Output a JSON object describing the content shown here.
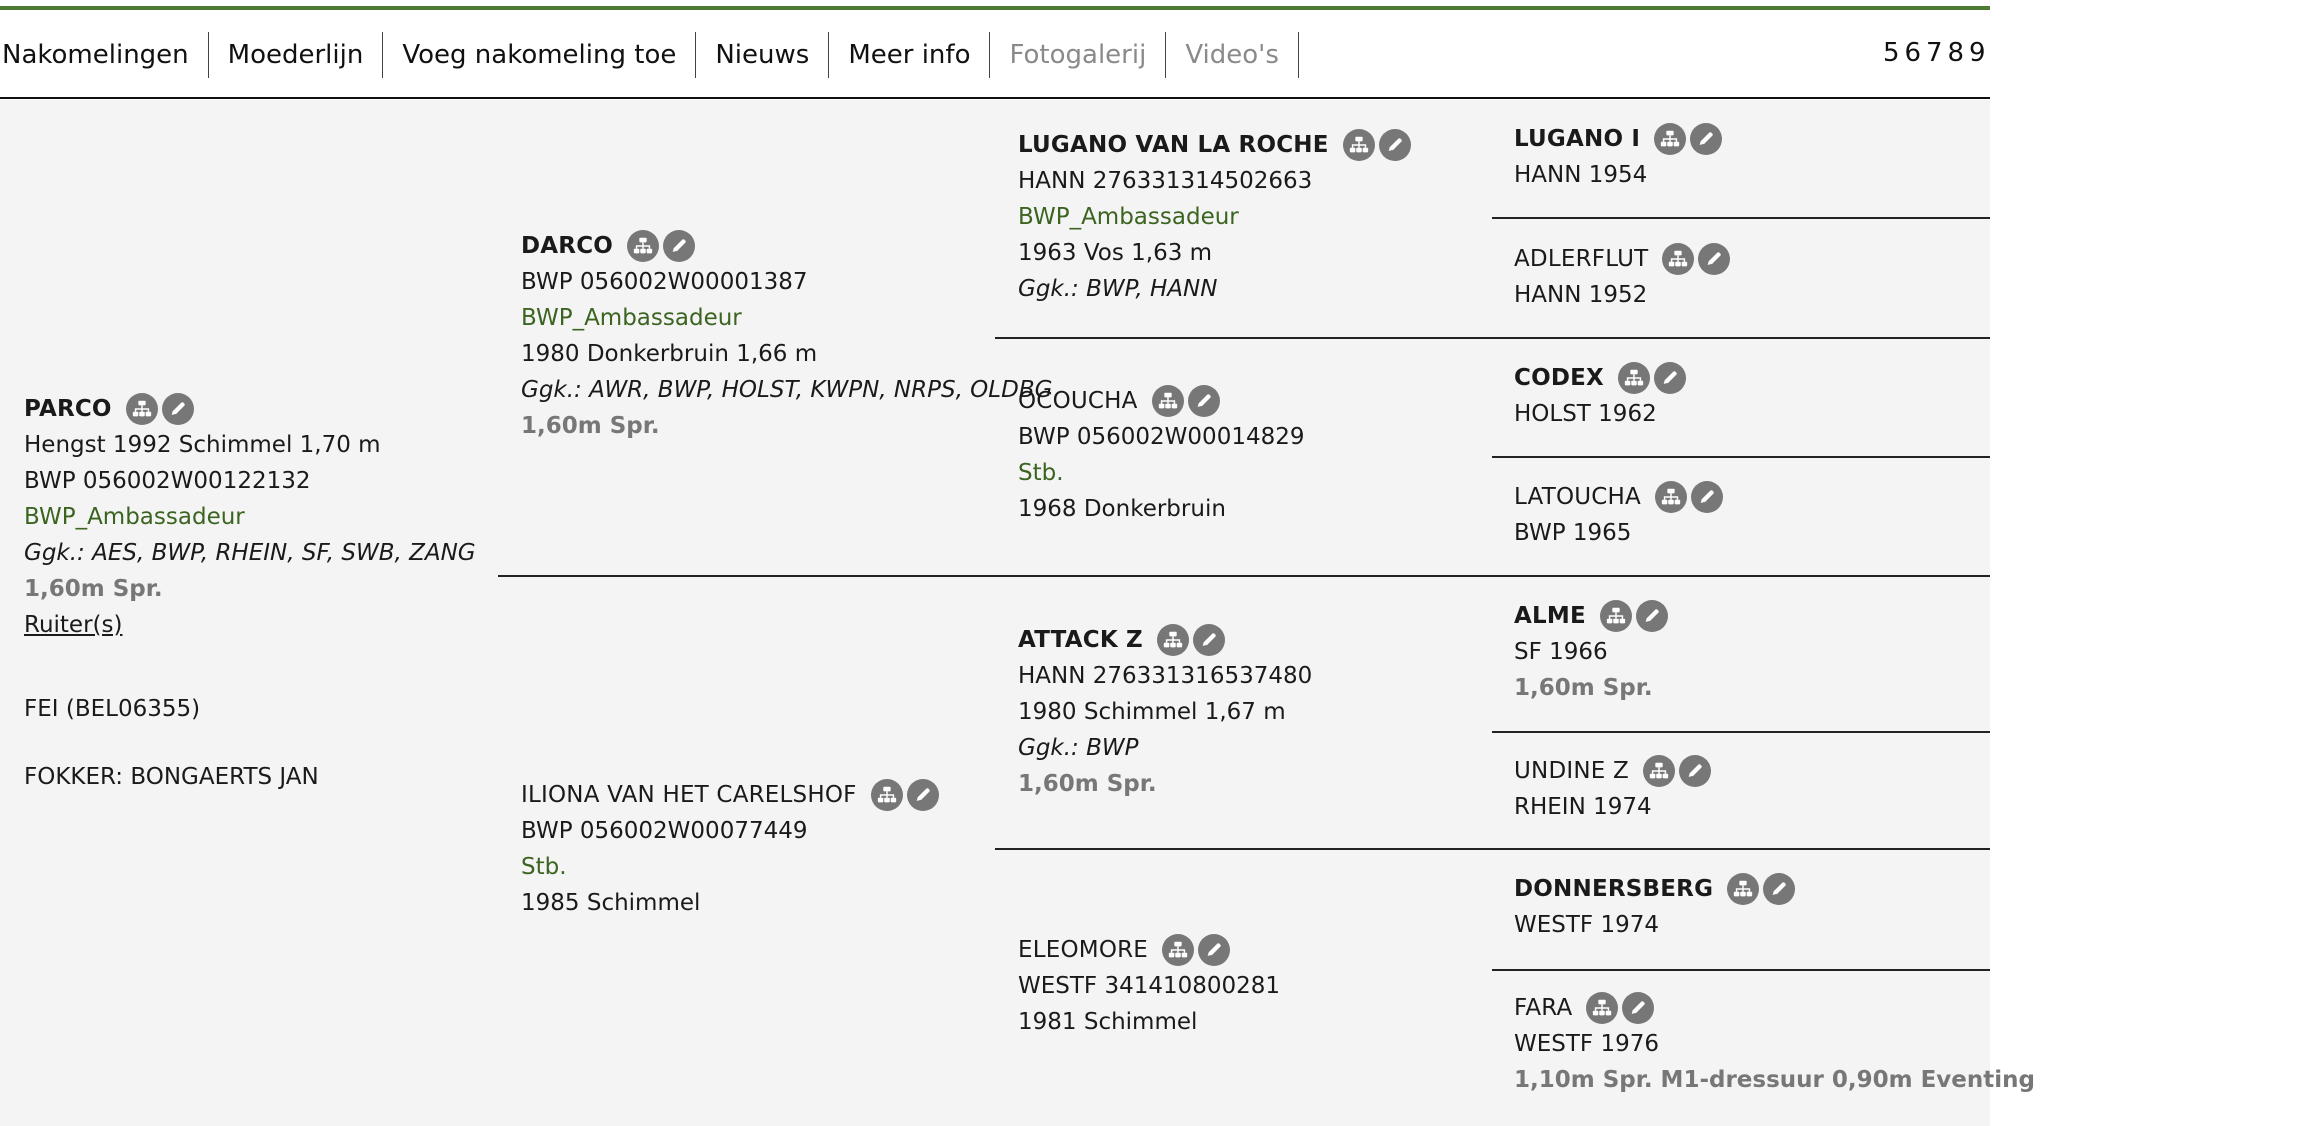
{
  "nav": {
    "items": [
      {
        "label": "Nakomelingen",
        "dim": false
      },
      {
        "label": "Moederlijn",
        "dim": false
      },
      {
        "label": "Voeg nakomeling toe",
        "dim": false
      },
      {
        "label": "Nieuws",
        "dim": false
      },
      {
        "label": "Meer info",
        "dim": false
      },
      {
        "label": "Fotogalerij",
        "dim": true
      },
      {
        "label": "Video's",
        "dim": true
      }
    ],
    "pages": [
      "5",
      "6",
      "7",
      "8",
      "9"
    ]
  },
  "colors": {
    "accent_green": "#4f7a34",
    "text_green": "#3b6420",
    "icon_gray": "#777777"
  },
  "icons": [
    "pedigree-tree-icon",
    "edit-pencil-icon"
  ],
  "horse": {
    "name": "PARCO",
    "line1": "Hengst 1992 Schimmel 1,70 m",
    "line2": "BWP 056002W00122132",
    "studbook": "BWP_Ambassadeur",
    "ggk": "Ggk.: AES, BWP, RHEIN, SF, SWB, ZANG",
    "perf": "1,60m Spr.",
    "riders_link": "Ruiter(s)",
    "fei": "FEI (BEL06355)",
    "breeder": "FOKKER: BONGAERTS JAN"
  },
  "sire": {
    "name": "DARCO",
    "line1": "BWP 056002W00001387",
    "studbook": "BWP_Ambassadeur",
    "line2": "1980 Donkerbruin 1,66 m",
    "ggk": "Ggk.: AWR, BWP, HOLST, KWPN, NRPS, OLDBG",
    "perf": "1,60m Spr."
  },
  "dam": {
    "name": "ILIONA VAN HET CARELSHOF",
    "line1": "BWP 056002W00077449",
    "studbook": "Stb.",
    "line2": "1985 Schimmel"
  },
  "gen2": {
    "ss": {
      "name": "LUGANO VAN LA ROCHE",
      "line1": "HANN 276331314502663",
      "studbook": "BWP_Ambassadeur",
      "line2": "1963 Vos 1,63 m",
      "ggk": "Ggk.: BWP, HANN"
    },
    "sd": {
      "name": "OCOUCHA",
      "line1": "BWP 056002W00014829",
      "studbook": "Stb.",
      "line2": "1968 Donkerbruin"
    },
    "ds": {
      "name": "ATTACK Z",
      "line1": "HANN 276331316537480",
      "line2": "1980 Schimmel 1,67 m",
      "ggk": "Ggk.: BWP",
      "perf": "1,60m Spr."
    },
    "dd": {
      "name": "ELEOMORE",
      "line1": "WESTF 341410800281",
      "line2": "1981 Schimmel"
    }
  },
  "gen3": {
    "sss": {
      "name": "LUGANO I",
      "line1": "HANN 1954"
    },
    "ssd": {
      "name": "ADLERFLUT",
      "line1": "HANN 1952"
    },
    "sds": {
      "name": "CODEX",
      "line1": "HOLST 1962"
    },
    "sdd": {
      "name": "LATOUCHA",
      "line1": "BWP 1965"
    },
    "dss": {
      "name": "ALME",
      "line1": "SF 1966",
      "perf": "1,60m Spr."
    },
    "dsd": {
      "name": "UNDINE Z",
      "line1": "RHEIN 1974"
    },
    "dds": {
      "name": "DONNERSBERG",
      "line1": "WESTF 1974"
    },
    "ddd": {
      "name": "FARA",
      "line1": "WESTF 1976",
      "perf": "1,10m Spr. M1-dressuur 0,90m Eventing"
    }
  }
}
